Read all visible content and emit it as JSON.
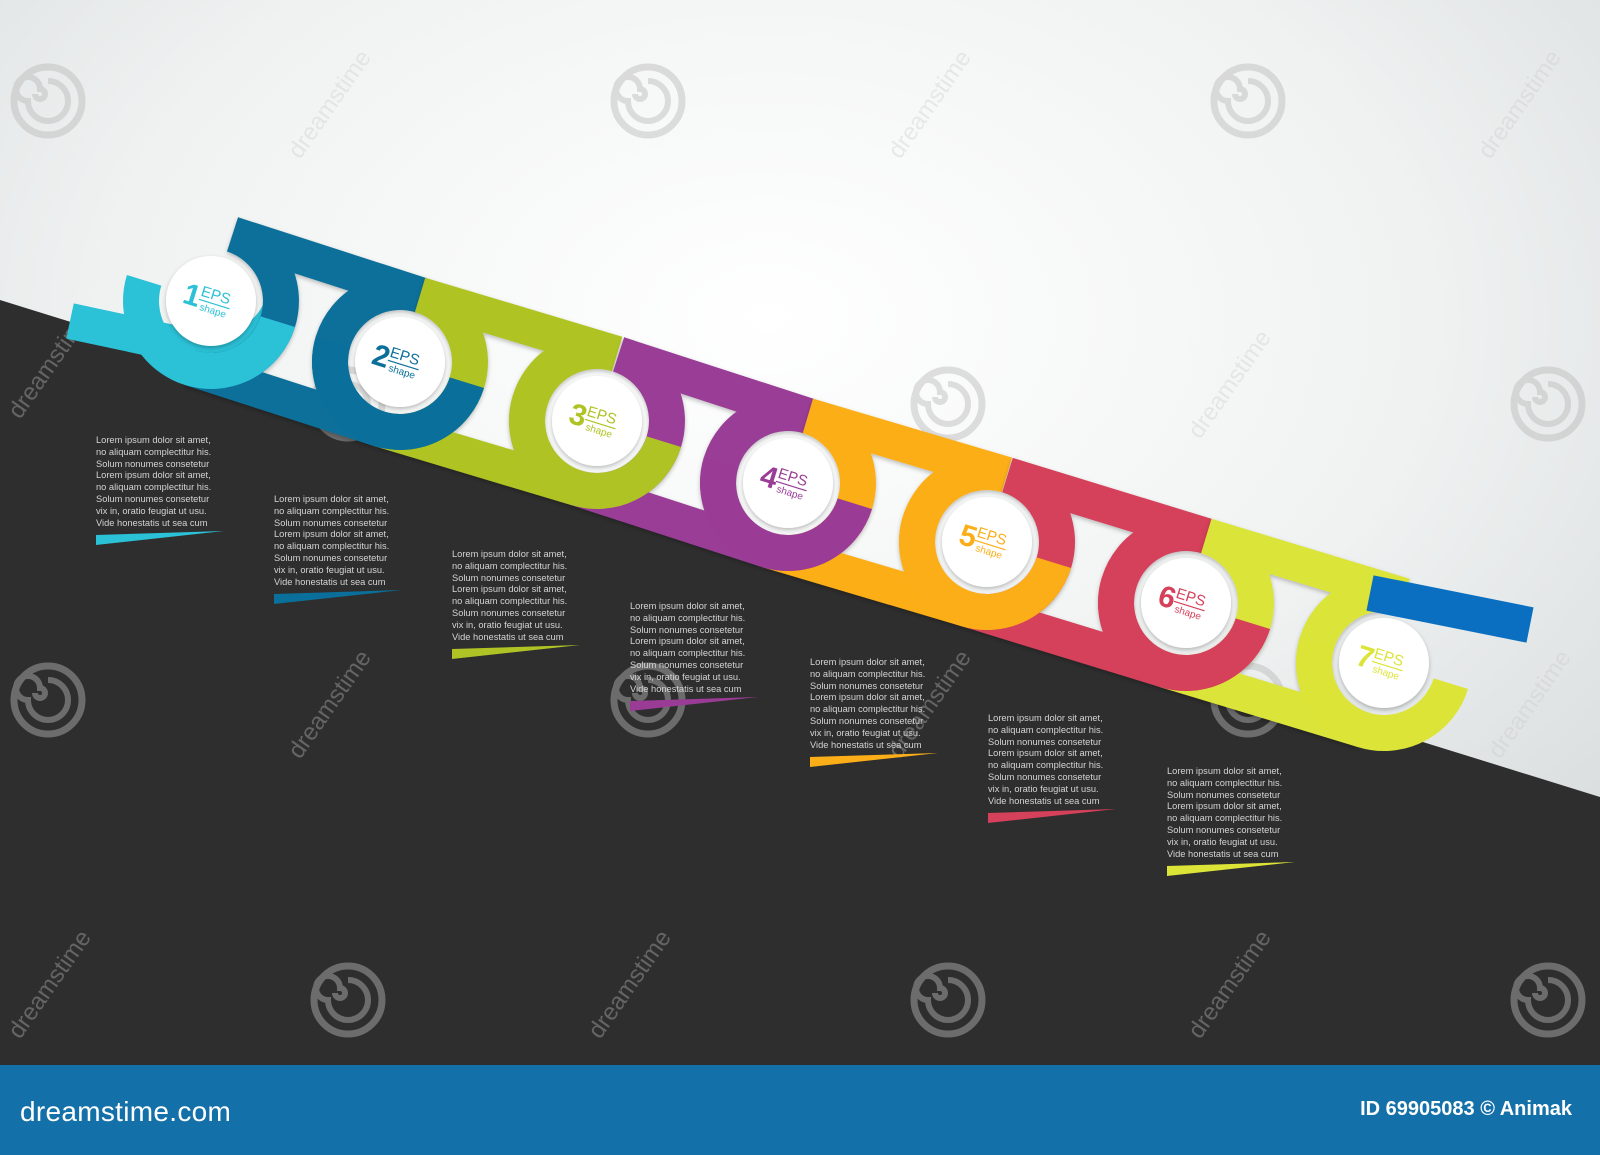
{
  "steps": [
    {
      "number": "1",
      "label": "EPS",
      "sublabel": "shape",
      "color": "#2bc1d6",
      "loop_color": "#0a6f9a",
      "text": [
        "Lorem ipsum dolor sit amet,",
        "no aliquam complectitur his.",
        "Solum nonumes consetetur",
        "Lorem ipsum dolor sit amet,",
        "no aliquam complectitur his.",
        "Solum nonumes consetetur",
        "vix in, oratio feugiat ut usu.",
        "Vide honestatis ut sea cum"
      ]
    },
    {
      "number": "2",
      "label": "EPS",
      "sublabel": "shape",
      "color": "#0a6f9a",
      "loop_color": "#afc324",
      "text": [
        "Lorem ipsum dolor sit amet,",
        "no aliquam complectitur his.",
        "Solum nonumes consetetur",
        "Lorem ipsum dolor sit amet,",
        "no aliquam complectitur his.",
        "Solum nonumes consetetur",
        "vix in, oratio feugiat ut usu.",
        "Vide honestatis ut sea cum"
      ]
    },
    {
      "number": "3",
      "label": "EPS",
      "sublabel": "shape",
      "color": "#afc324",
      "loop_color": "#9a3c96",
      "text": [
        "Lorem ipsum dolor sit amet,",
        "no aliquam complectitur his.",
        "Solum nonumes consetetur",
        "Lorem ipsum dolor sit amet,",
        "no aliquam complectitur his.",
        "Solum nonumes consetetur",
        "vix in, oratio feugiat ut usu.",
        "Vide honestatis ut sea cum"
      ]
    },
    {
      "number": "4",
      "label": "EPS",
      "sublabel": "shape",
      "color": "#9a3c96",
      "loop_color": "#fbae18",
      "text": [
        "Lorem ipsum dolor sit amet,",
        "no aliquam complectitur his.",
        "Solum nonumes consetetur",
        "Lorem ipsum dolor sit amet,",
        "no aliquam complectitur his.",
        "Solum nonumes consetetur",
        "vix in, oratio feugiat ut usu.",
        "Vide honestatis ut sea cum"
      ]
    },
    {
      "number": "5",
      "label": "EPS",
      "sublabel": "shape",
      "color": "#fbae18",
      "loop_color": "#d5405a",
      "text": [
        "Lorem ipsum dolor sit amet,",
        "no aliquam complectitur his.",
        "Solum nonumes consetetur",
        "Lorem ipsum dolor sit amet,",
        "no aliquam complectitur his.",
        "Solum nonumes consetetur",
        "vix in, oratio feugiat ut usu.",
        "Vide honestatis ut sea cum"
      ]
    },
    {
      "number": "6",
      "label": "EPS",
      "sublabel": "shape",
      "color": "#d5405a",
      "loop_color": "#dbe437",
      "text": [
        "Lorem ipsum dolor sit amet,",
        "no aliquam complectitur his.",
        "Solum nonumes consetetur",
        "Lorem ipsum dolor sit amet,",
        "no aliquam complectitur his.",
        "Solum nonumes consetetur",
        "vix in, oratio feugiat ut usu.",
        "Vide honestatis ut sea cum"
      ]
    },
    {
      "number": "7",
      "label": "EPS",
      "sublabel": "shape",
      "color": "#dbe437",
      "loop_color": "#0a6fc0",
      "text": [
        "Lorem ipsum dolor sit amet,",
        "no aliquam complectitur his.",
        "Solum nonumes consetetur",
        "Lorem ipsum dolor sit amet,",
        "no aliquam complectitur his.",
        "Solum nonumes consetetur",
        "vix in, oratio feugiat ut usu.",
        "Vide honestatis ut sea cum"
      ]
    }
  ],
  "chain_end_color": "#0a6fc0",
  "watermark": {
    "text": "dreamstime",
    "icon": "spiral-icon"
  },
  "footer": {
    "site": "dreamstime.com",
    "id_text": "ID 69905083 © Animak"
  },
  "colors": {
    "background_light": "#f6f7f7",
    "background_dark": "#2e2e2e",
    "footer": "#1470a8",
    "text": "#d4d4d4"
  }
}
